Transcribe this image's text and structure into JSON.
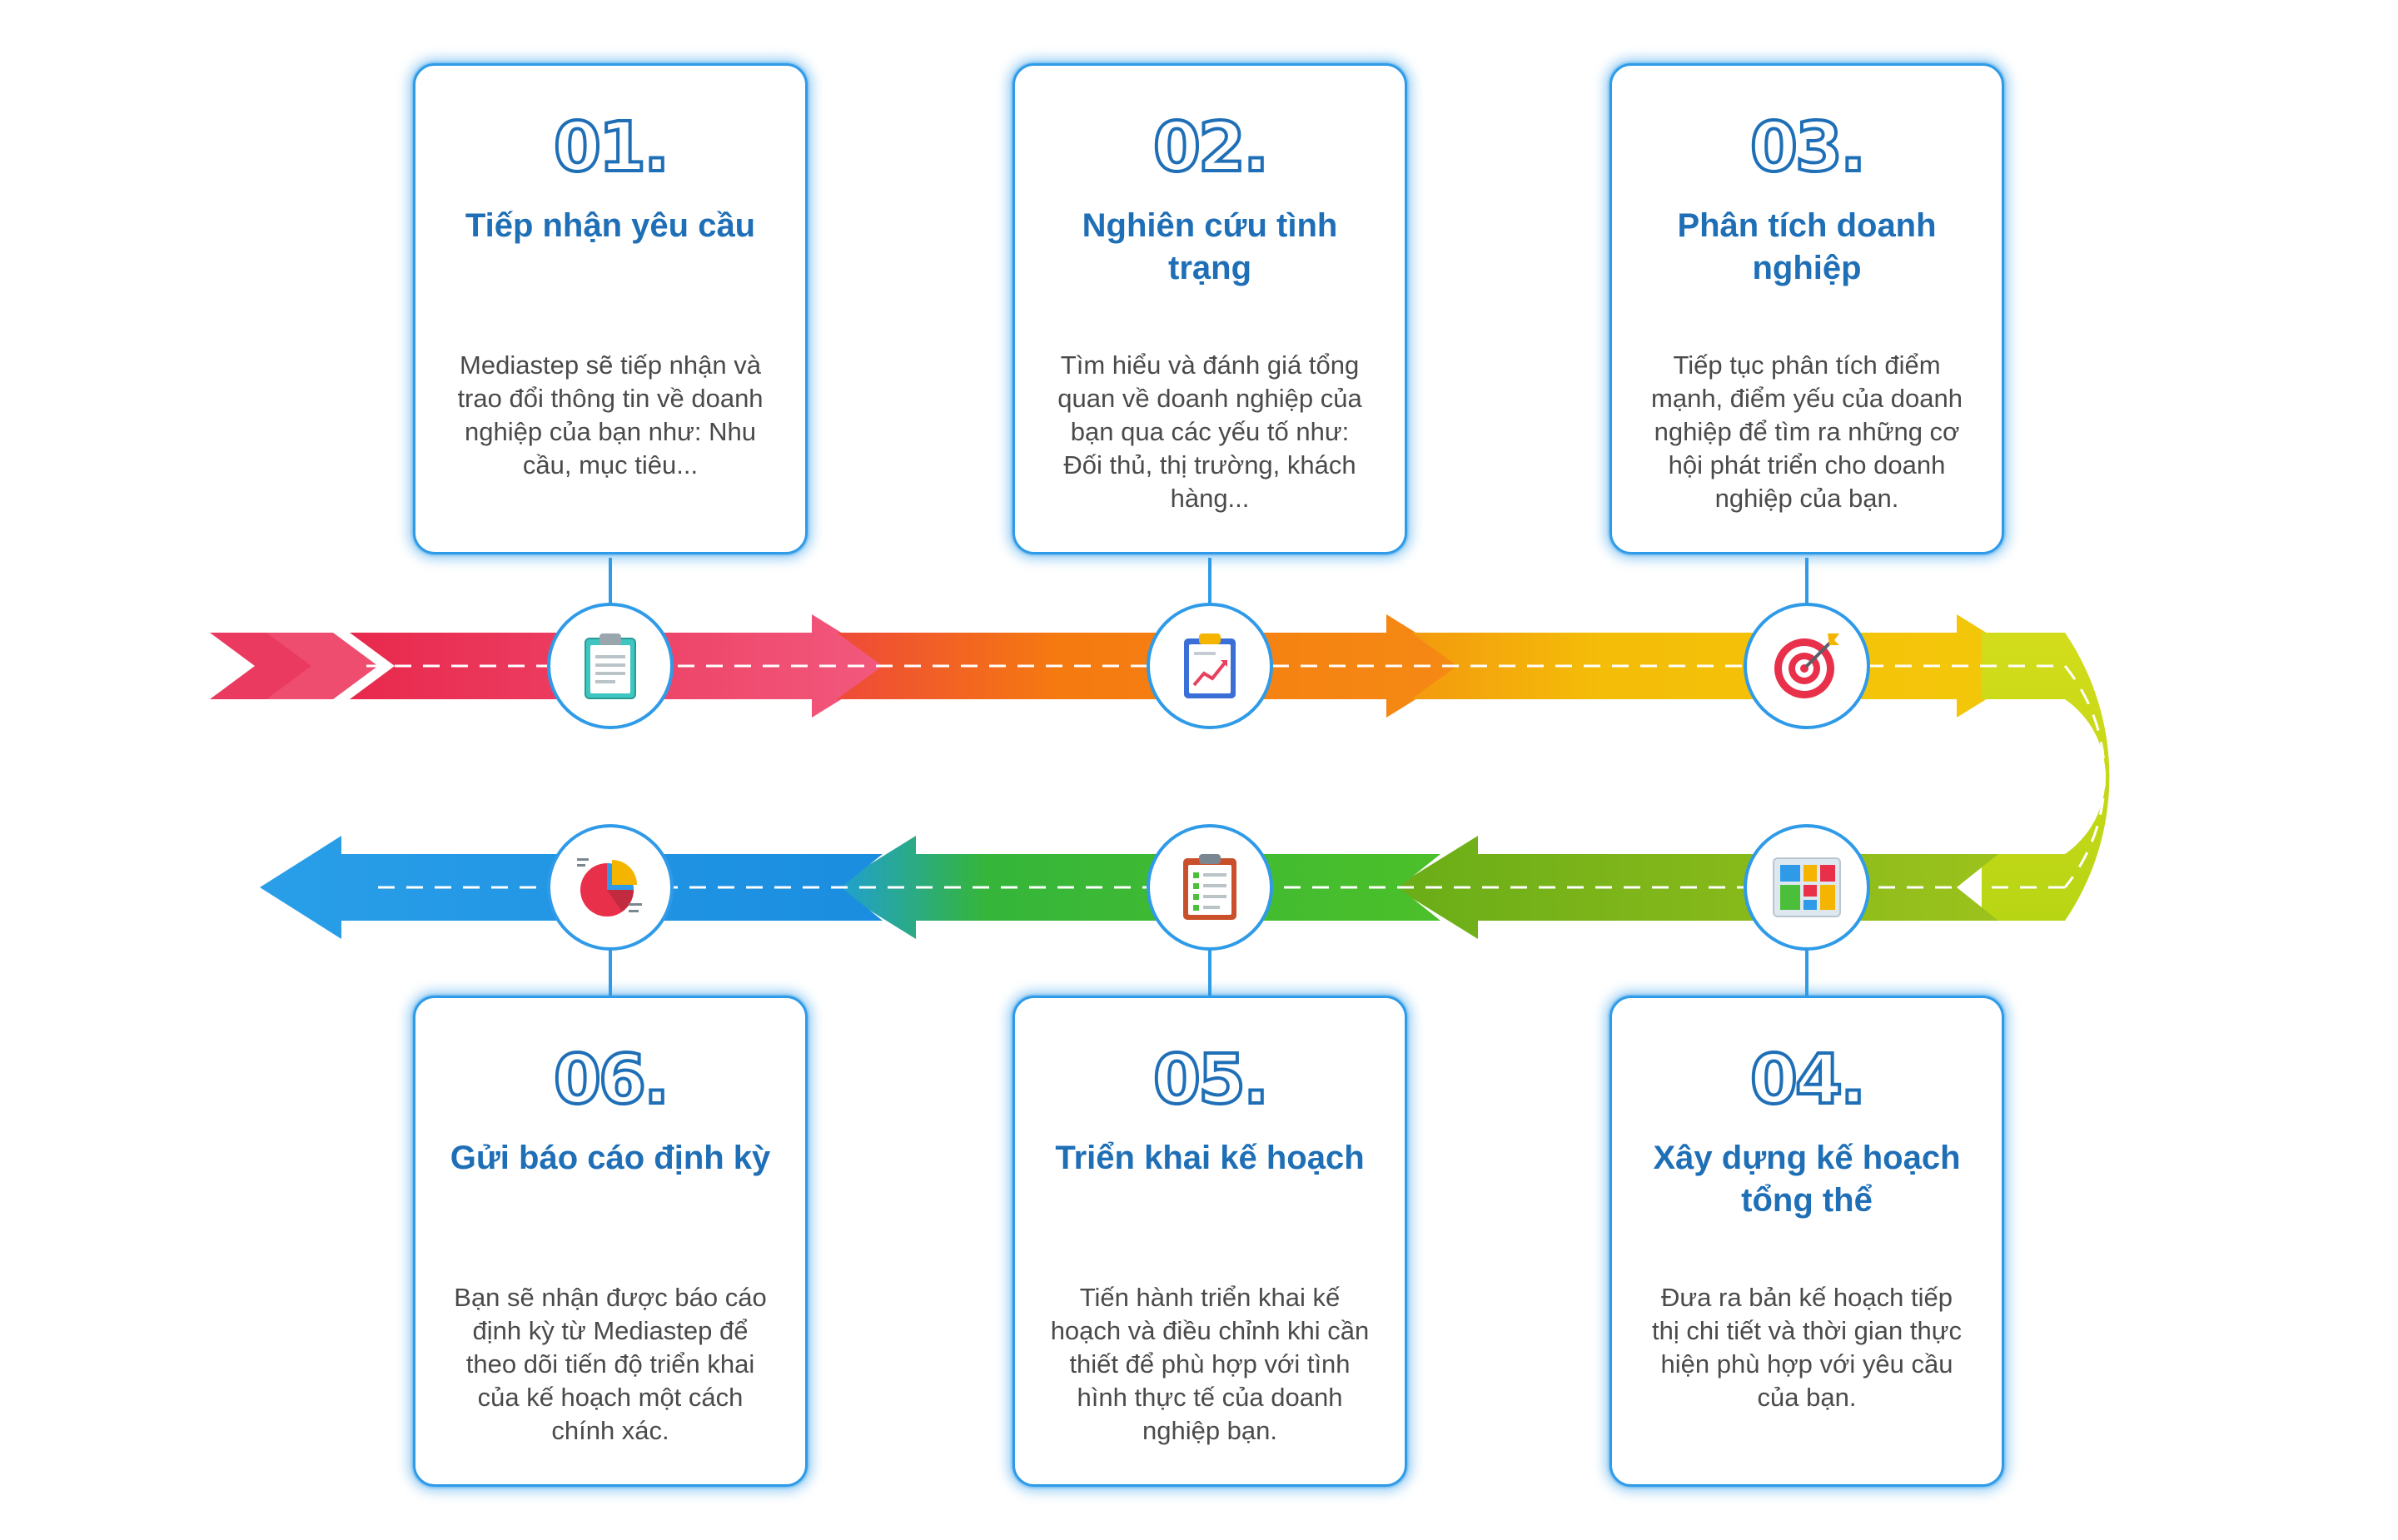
{
  "steps": [
    {
      "number": "01.",
      "title": "Tiếp nhận yêu cầu",
      "description": "Mediastep sẽ tiếp nhận và trao đổi thông tin về doanh nghiệp của bạn như: Nhu cầu, mục tiêu...",
      "icon": "clipboard-icon"
    },
    {
      "number": "02.",
      "title": "Nghiên cứu tình trạng",
      "description": "Tìm hiểu và đánh giá tổng quan về doanh nghiệp của bạn qua các yếu tố như: Đối thủ, thị trường, khách hàng...",
      "icon": "report-chart-icon"
    },
    {
      "number": "03.",
      "title": "Phân tích doanh nghiệp",
      "description": "Tiếp tục phân tích điểm mạnh, điểm yếu của doanh nghiệp để tìm ra những cơ hội phát triển cho doanh nghiệp của bạn.",
      "icon": "target-icon"
    },
    {
      "number": "04.",
      "title": "Xây dựng kế hoạch tổng thể",
      "description": "Đưa ra bản kế hoạch tiếp thị chi tiết và thời gian thực hiện phù hợp với yêu cầu của bạn.",
      "icon": "planning-board-icon"
    },
    {
      "number": "05.",
      "title": "Triển khai kế hoạch",
      "description": "Tiến hành triển khai kế hoạch và điều chỉnh khi cần thiết để phù hợp với tình hình thực tế của doanh nghiệp bạn.",
      "icon": "checklist-icon"
    },
    {
      "number": "06.",
      "title": "Gửi báo cáo định kỳ",
      "description": "Bạn sẽ nhận được báo cáo định kỳ từ Mediastep để theo dõi tiến độ triển khai của kế hoạch một cách chính xác.",
      "icon": "pie-chart-icon"
    }
  ],
  "colors": {
    "card_border": "#2f9be8",
    "title": "#1f6fb7",
    "text": "#4a4a4a",
    "segments": [
      "#ea3a60",
      "#f47a12",
      "#f2b705",
      "#c7d81a",
      "#7cb81a",
      "#3fbd2a",
      "#1e96e6"
    ]
  }
}
